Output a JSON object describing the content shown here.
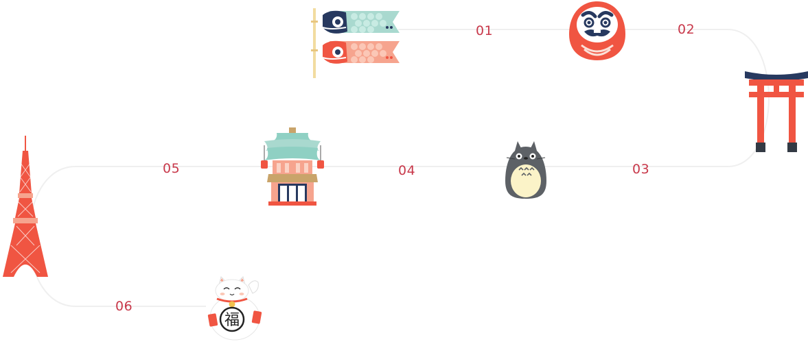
{
  "steps": [
    {
      "label": "01"
    },
    {
      "label": "02"
    },
    {
      "label": "03"
    },
    {
      "label": "04"
    },
    {
      "label": "05"
    },
    {
      "label": "06"
    }
  ],
  "icons": [
    {
      "name": "koinobori-carp-streamer-icon"
    },
    {
      "name": "daruma-doll-icon"
    },
    {
      "name": "torii-gate-icon"
    },
    {
      "name": "totoro-icon"
    },
    {
      "name": "japanese-temple-icon"
    },
    {
      "name": "tokyo-tower-icon"
    },
    {
      "name": "maneki-neko-lucky-cat-icon"
    }
  ],
  "colors": {
    "label": "#c8384a",
    "path": "#eeeeee",
    "red": "#f05542",
    "salmon": "#f6a48e",
    "mint": "#a9d9cf",
    "navy": "#27395f",
    "gray": "#5d6166",
    "cream": "#fbf3c8",
    "wood": "#c9a46a"
  },
  "fuku_character": "福"
}
